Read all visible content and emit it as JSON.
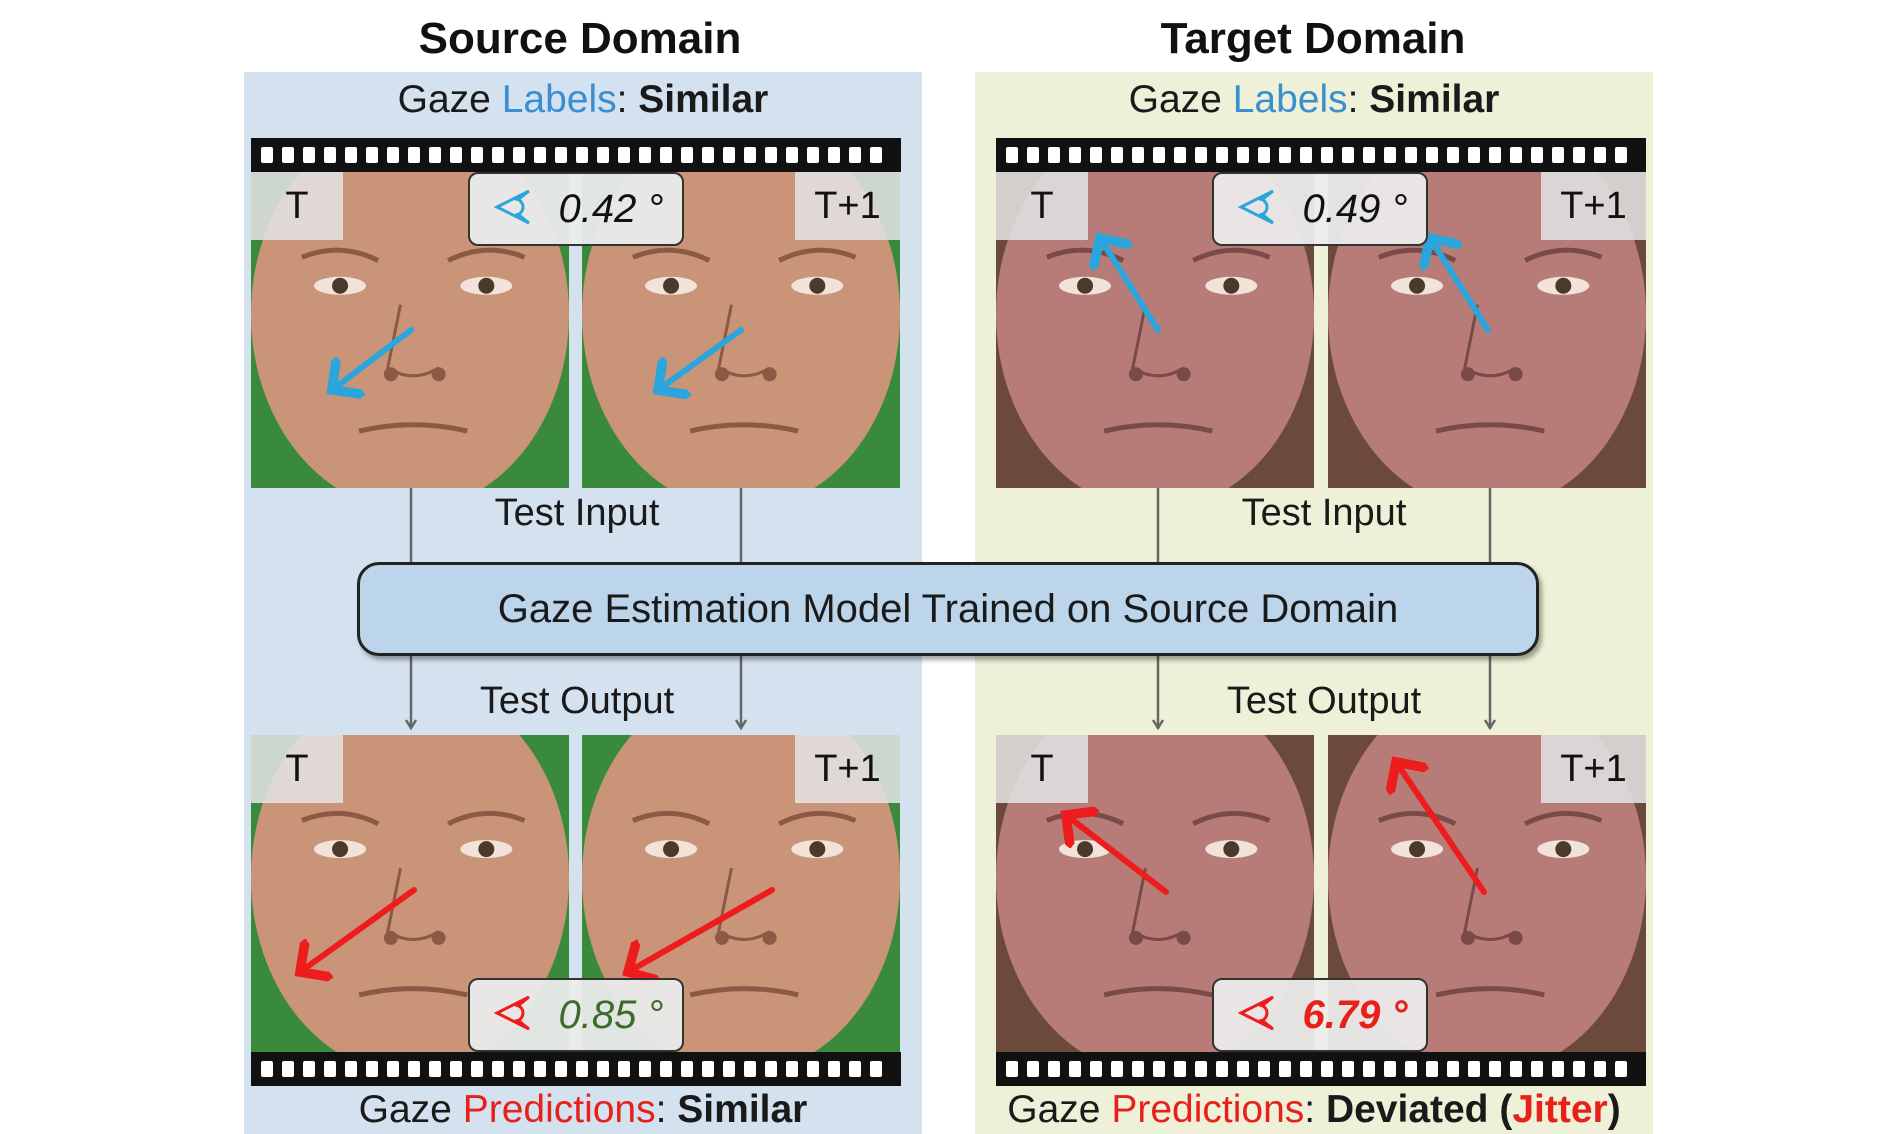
{
  "titles": {
    "source": "Source Domain",
    "target": "Target Domain"
  },
  "source": {
    "top_caption": {
      "prefix": "Gaze ",
      "colored": "Labels",
      "sep": ": ",
      "bold": "Similar"
    },
    "top_angle": "0.42 °",
    "bottom_caption": {
      "prefix": "Gaze ",
      "colored": "Predictions",
      "sep": ": ",
      "bold": "Similar"
    },
    "bottom_angle": "0.85 °",
    "bottom_angle_color": "#3d6b2e"
  },
  "target": {
    "top_caption": {
      "prefix": "Gaze ",
      "colored": "Labels",
      "sep": ": ",
      "bold": "Similar"
    },
    "top_angle": "0.49 °",
    "bottom_caption": {
      "prefix": "Gaze ",
      "colored": "Predictions",
      "sep": ": ",
      "bold": "Deviated (",
      "bold_red": "Jitter",
      "bold_end": ")"
    },
    "bottom_angle": "6.79 °",
    "bottom_angle_color": "#e8201a"
  },
  "frame_tags": {
    "t": "T",
    "t1": "T+1"
  },
  "test_input": "Test Input",
  "test_output": "Test Output",
  "model_label": "Gaze Estimation Model Trained on Source Domain",
  "colors": {
    "label_arrow": "#2aa6dc",
    "prediction_arrow": "#ee1c1c",
    "source_bg": "#d4e2f0",
    "target_bg": "#eff0d8"
  }
}
